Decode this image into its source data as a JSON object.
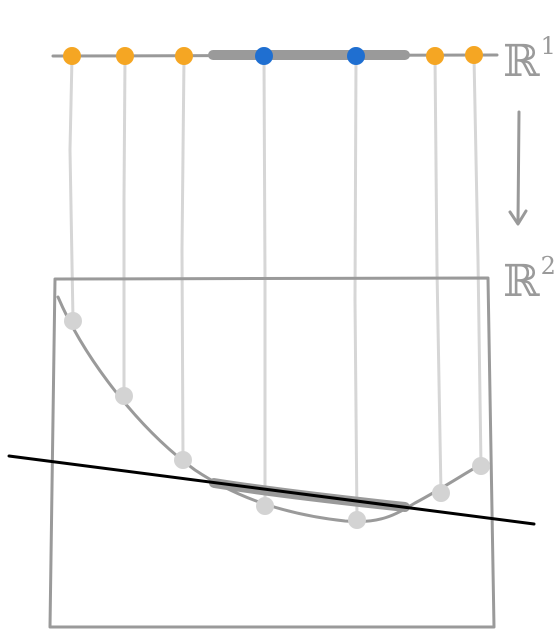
{
  "labels": {
    "top_space": "ℝ",
    "top_space_exp": "1",
    "bottom_space": "ℝ",
    "bottom_space_exp": "2"
  },
  "colors": {
    "outlier_point": "#f5a623",
    "inlier_point": "#1f6fd1",
    "projected_point": "#d3d3d3",
    "projection_line": "#d6d6d6",
    "axis_line": "#999999",
    "highlight_segment": "#9a9a9a",
    "separating_line": "#000000",
    "frame": "#9a9a9a",
    "arrow": "#999999"
  },
  "points": [
    {
      "type": "outlier"
    },
    {
      "type": "outlier"
    },
    {
      "type": "outlier"
    },
    {
      "type": "inlier"
    },
    {
      "type": "inlier"
    },
    {
      "type": "outlier"
    },
    {
      "type": "outlier"
    }
  ]
}
